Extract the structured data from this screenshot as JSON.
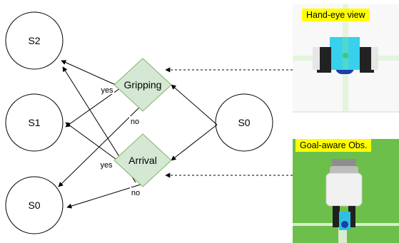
{
  "states": {
    "s2": "S2",
    "s1": "S1",
    "s0_left": "S0",
    "s0_right": "S0"
  },
  "decisions": {
    "gripping": "Gripping",
    "arrival": "Arrival"
  },
  "edge_labels": {
    "gripping_yes": "yes",
    "gripping_no": "no",
    "arrival_yes": "yes",
    "arrival_no": "no"
  },
  "panels": {
    "hand_eye": "Hand-eye view",
    "goal_aware": "Goal-aware Obs."
  },
  "colors": {
    "decision_fill": "#d5e8d4",
    "decision_stroke": "#82b366",
    "label_bg": "#ffff00",
    "cube": "#33ccee",
    "floor_green": "#6cbf4a"
  }
}
